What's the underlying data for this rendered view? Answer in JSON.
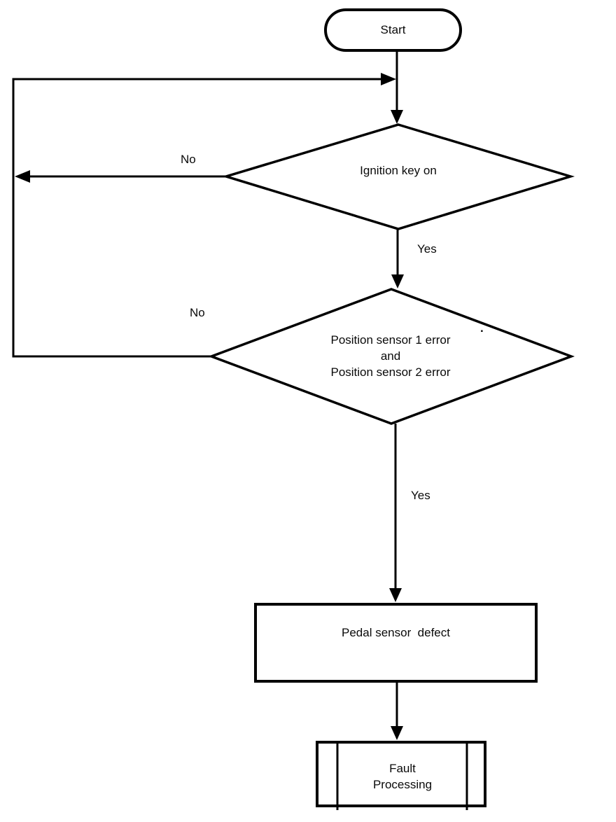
{
  "flowchart": {
    "nodes": {
      "start": {
        "type": "terminator",
        "label": "Start"
      },
      "ignition_check": {
        "type": "decision",
        "label": "Ignition key on"
      },
      "sensor_check": {
        "type": "decision",
        "lines": [
          "Position sensor 1 error",
          "and",
          "Position sensor 2 error"
        ]
      },
      "pedal_defect": {
        "type": "process",
        "label": "Pedal sensor  defect"
      },
      "fault_processing": {
        "type": "predefined-process",
        "lines": [
          "Fault",
          "Processing"
        ]
      }
    },
    "edge_labels": {
      "ignition_no": "No",
      "ignition_yes": "Yes",
      "sensor_no": "No",
      "sensor_yes": "Yes"
    },
    "stray_dot": "."
  },
  "colors": {
    "ink": "#000000",
    "background": "#ffffff"
  }
}
